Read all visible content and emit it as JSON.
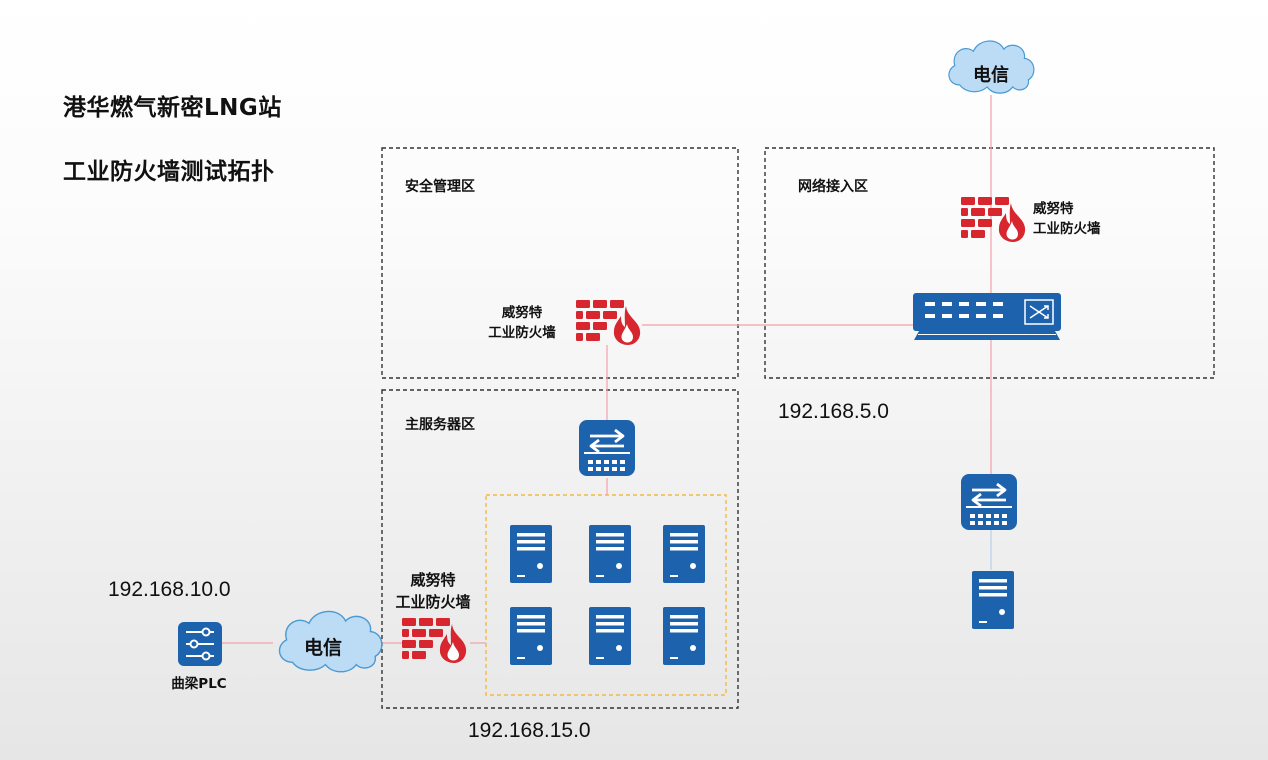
{
  "title": {
    "line1": "港华燃气新密LNG站",
    "line2": "工业防火墙测试拓扑"
  },
  "zones": {
    "security": "安全管理区",
    "network_access": "网络接入区",
    "main_server": "主服务器区"
  },
  "firewalls": [
    {
      "line1": "威努特",
      "line2": "工业防火墙"
    },
    {
      "line1": "威努特",
      "line2": "工业防火墙"
    },
    {
      "line1": "威努特",
      "line2": "工业防火墙"
    }
  ],
  "clouds": {
    "top": "电信",
    "bottom": "电信"
  },
  "subnets": {
    "net5": "192.168.5.0",
    "net10": "192.168.10.0",
    "net15": "192.168.15.0"
  },
  "plc": {
    "label": "曲梁PLC"
  },
  "colors": {
    "link": "#f2a0a8",
    "firewall": "#d7262e",
    "device": "#1d62ad",
    "cloud": "#bcdcf5",
    "server_group": "#f4b942"
  }
}
